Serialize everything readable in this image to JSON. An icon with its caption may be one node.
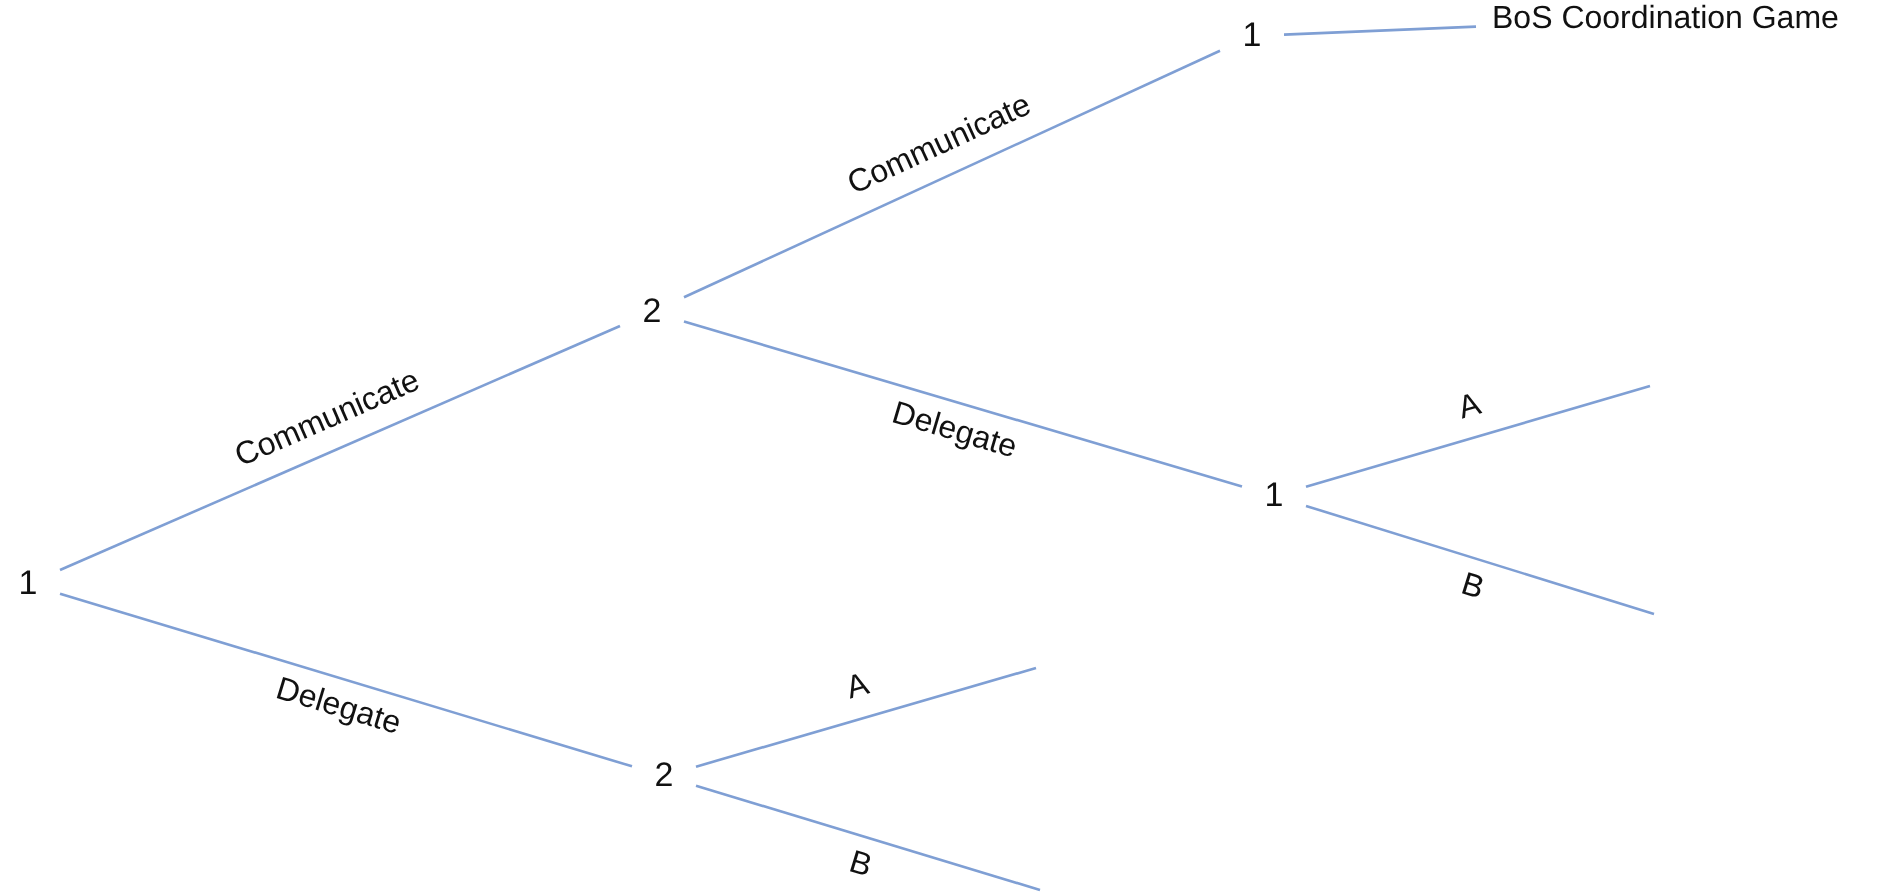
{
  "diagram": {
    "nodes": [
      {
        "text": [
          "1"
        ]
      },
      {
        "text": [
          "2"
        ]
      },
      {
        "text": [
          "1"
        ]
      },
      {
        "text": [
          "BoS Coordination Game"
        ]
      },
      {
        "text": [
          "1"
        ]
      },
      {
        "text": [
          "2"
        ]
      }
    ],
    "edges": [
      {
        "from": 0,
        "to": 1,
        "arrow": "none",
        "label": "Communicate"
      },
      {
        "from": 0,
        "to": 5,
        "arrow": "none",
        "label": "Delegate"
      },
      {
        "from": 1,
        "to": 2,
        "arrow": "none",
        "label": "Communicate"
      },
      {
        "from": 2,
        "to": 3,
        "arrow": "none"
      },
      {
        "from": 1,
        "to": 4,
        "arrow": "none",
        "label": "Delegate"
      },
      {
        "from": 4,
        "to": null,
        "arrow": "none",
        "label": "A"
      },
      {
        "from": 4,
        "to": null,
        "arrow": "none",
        "label": "B"
      },
      {
        "from": 5,
        "to": null,
        "arrow": "none",
        "label": "A"
      },
      {
        "from": 5,
        "to": null,
        "arrow": "none",
        "label": "B"
      }
    ]
  }
}
